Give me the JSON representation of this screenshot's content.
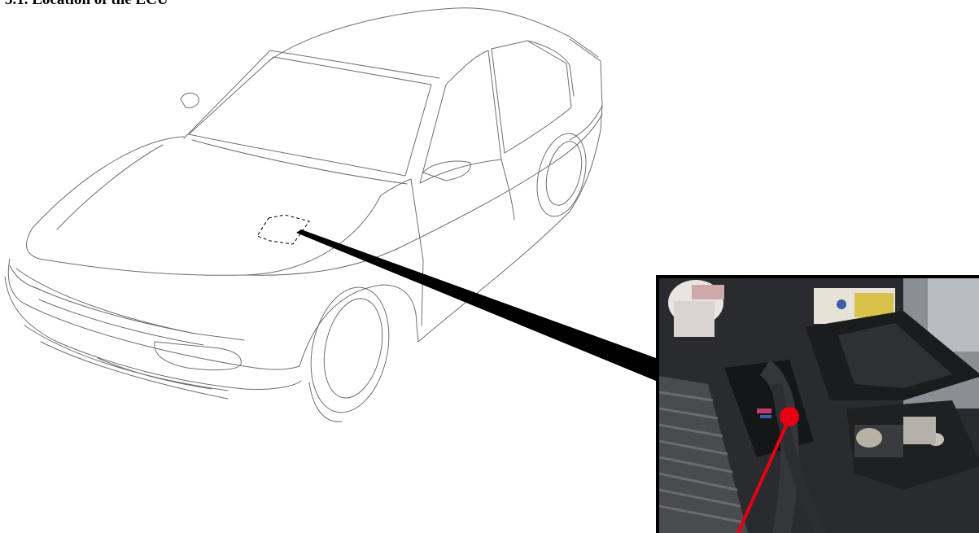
{
  "document": {
    "heading": "5.1. Location of the ECU"
  },
  "figure": {
    "car_illustration": "car-line-drawing",
    "callout_marker_color": "#e60012",
    "leader_color": "#000000",
    "photo_subject": "engine-bay-ecu-photo"
  }
}
